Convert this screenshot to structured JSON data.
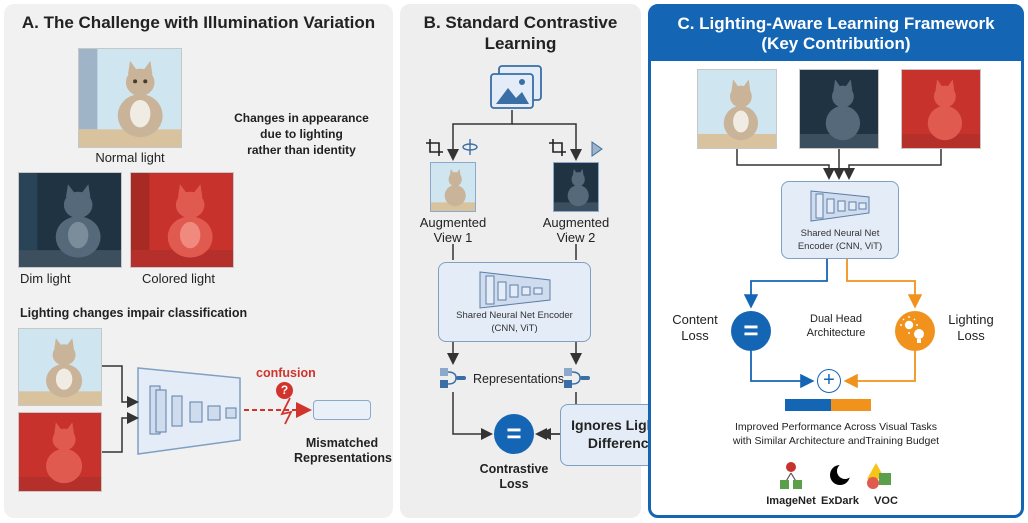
{
  "panel_a": {
    "title": "A. The Challenge with Illumination Variation",
    "note_line1": "Changes in appearance",
    "note_line2": "due to lighting",
    "note_line3": "rather than identity",
    "normal_label": "Normal light",
    "dim_label": "Dim light",
    "colored_label": "Colored light",
    "impair_heading": "Lighting changes impair classification",
    "confusion_label": "confusion",
    "confusion_mark": "?",
    "mismatched_line1": "Mismatched",
    "mismatched_line2": "Representations"
  },
  "panel_b": {
    "title_line1": "B. Standard Contrastive",
    "title_line2": "Learning",
    "view1_line1": "Augmented",
    "view1_line2": "View 1",
    "view2_line1": "Augmented",
    "view2_line2": "View 2",
    "encoder_line1": "Shared Neural Net Encoder",
    "encoder_line2": "(CNN, ViT)",
    "representations_label": "Representations",
    "loss_line1": "Contrastive",
    "loss_line2": "Loss",
    "loss_symbol": "=",
    "ignore_line1": "Ignores Lighting",
    "ignore_line2": "Differences"
  },
  "panel_c": {
    "title_line1": "C. Lighting-Aware Learning Framework",
    "title_line2": "(Key Contribution)",
    "encoder_line1": "Shared Neural Net",
    "encoder_line2": "Encoder (CNN, ViT)",
    "content_line1": "Content",
    "content_line2": "Loss",
    "content_symbol": "=",
    "dual_line1": "Dual Head",
    "dual_line2": "Architecture",
    "lighting_line1": "Lighting",
    "lighting_line2": "Loss",
    "plus_symbol": "+",
    "improved_line1": "Improved Performance Across Visual Tasks",
    "improved_line2": "with Similar Architecture andTraining Budget",
    "datasets": [
      "ImageNet",
      "ExDark",
      "VOC"
    ]
  },
  "colors": {
    "accent_blue": "#1565b5",
    "lighting_orange": "#f0921c",
    "confusion_red": "#d0342c",
    "encoder_fill": "#e3ecf7",
    "normal_bg": "#cfe6f1",
    "dim_bg": "#1f3343",
    "red_bg": "#c8322c"
  },
  "icons": [
    "image-stack-icon",
    "crop-icon",
    "color-adjust-icon",
    "projector-icon",
    "sun-icon",
    "bulb-icon",
    "neural-net-icon",
    "question-icon",
    "lightning-icon",
    "moon-icon",
    "tree-icon",
    "shapes-icon"
  ]
}
